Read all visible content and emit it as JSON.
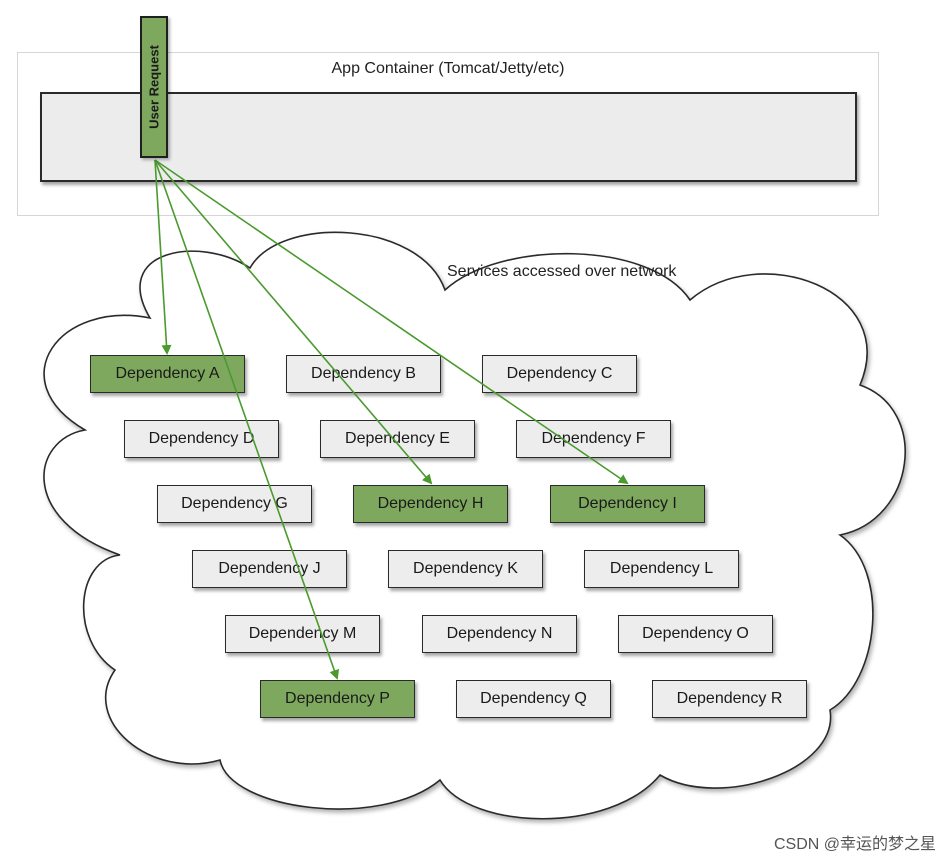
{
  "container": {
    "title": "App Container (Tomcat/Jetty/etc)",
    "user_request_label": "User Request"
  },
  "cloud": {
    "label": "Services accessed over network"
  },
  "dependencies": {
    "a": {
      "label": "Dependency A",
      "active": true
    },
    "b": {
      "label": "Dependency B",
      "active": false
    },
    "c": {
      "label": "Dependency C",
      "active": false
    },
    "d": {
      "label": "Dependency D",
      "active": false
    },
    "e": {
      "label": "Dependency E",
      "active": false
    },
    "f": {
      "label": "Dependency F",
      "active": false
    },
    "g": {
      "label": "Dependency G",
      "active": false
    },
    "h": {
      "label": "Dependency H",
      "active": true
    },
    "i": {
      "label": "Dependency I",
      "active": true
    },
    "j": {
      "label": "Dependency J",
      "active": false
    },
    "k": {
      "label": "Dependency K",
      "active": false
    },
    "l": {
      "label": "Dependency L",
      "active": false
    },
    "m": {
      "label": "Dependency M",
      "active": false
    },
    "n": {
      "label": "Dependency N",
      "active": false
    },
    "o": {
      "label": "Dependency O",
      "active": false
    },
    "p": {
      "label": "Dependency P",
      "active": true
    },
    "q": {
      "label": "Dependency Q",
      "active": false
    },
    "r": {
      "label": "Dependency R",
      "active": false
    }
  },
  "arrows": [
    {
      "from": "user-request",
      "to": "Dependency A"
    },
    {
      "from": "user-request",
      "to": "Dependency H"
    },
    {
      "from": "user-request",
      "to": "Dependency I"
    },
    {
      "from": "user-request",
      "to": "Dependency P"
    }
  ],
  "colors": {
    "active_fill": "#7fa85f",
    "inactive_fill": "#ededed",
    "arrow": "#4a9a2e"
  },
  "watermark": "CSDN @幸运的梦之星"
}
